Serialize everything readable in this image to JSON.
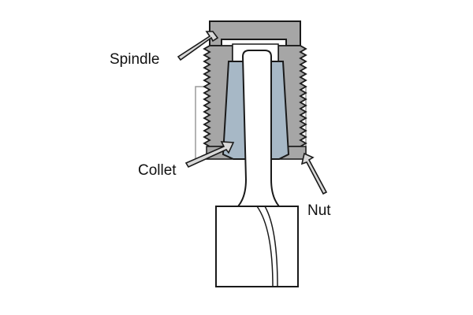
{
  "labels": {
    "spindle": "Spindle",
    "collet": "Collet",
    "nut": "Nut"
  },
  "colors": {
    "spindle": "#a6a6a6",
    "collet": "#a7b8c6",
    "outline": "#1a1a1a",
    "nut_outline": "#9a9a9a",
    "arrow_fill": "#d8d8d8",
    "background": "#ffffff"
  }
}
